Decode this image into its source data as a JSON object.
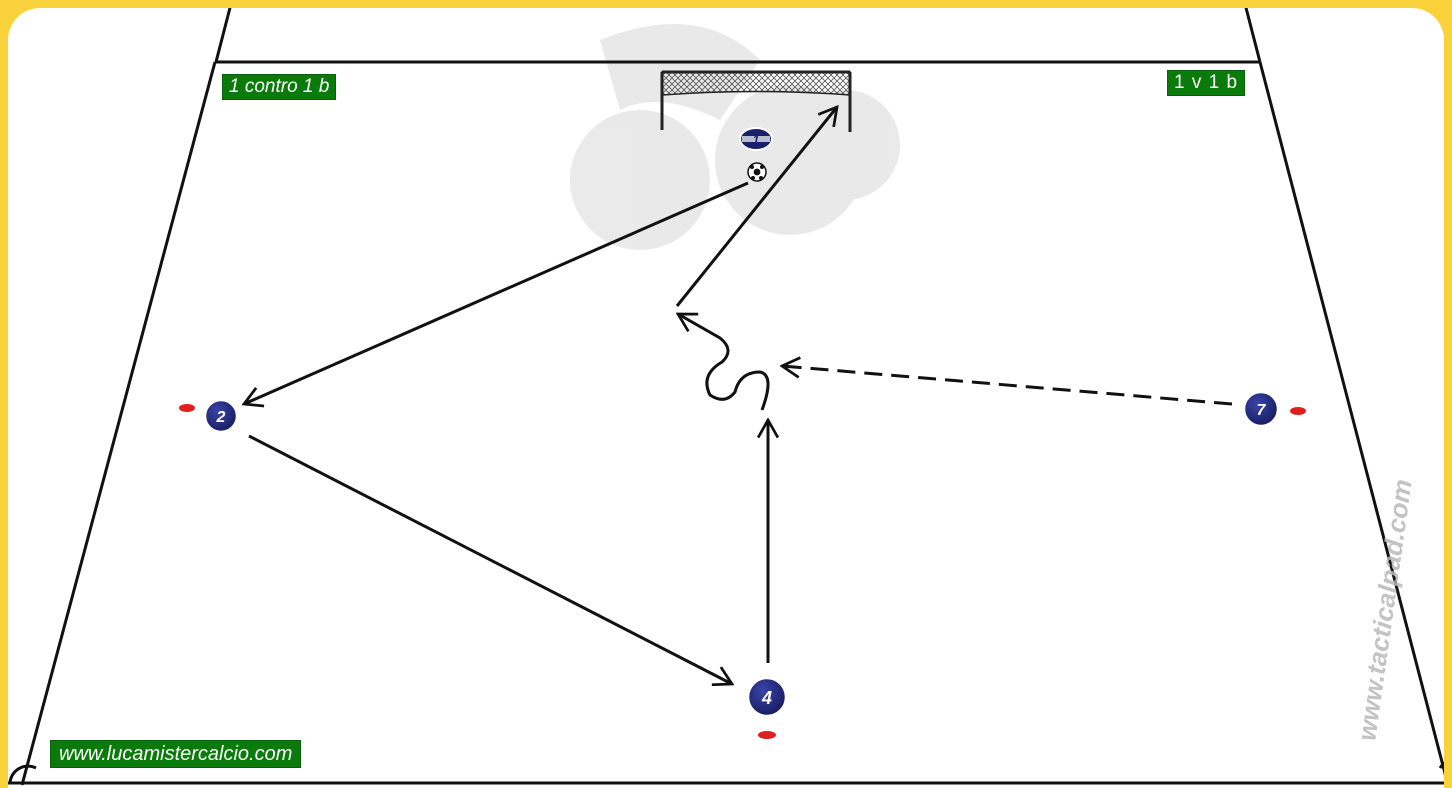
{
  "drill": {
    "title_it": "1 contro 1 b",
    "title_en": "1 v 1 b",
    "website": "www.lucamistercalcio.com",
    "watermark": "www.tacticalpad.com"
  },
  "colors": {
    "frame": "#f9d13a",
    "pitch_lines": "#111111",
    "label_bg": "#0a7a0a",
    "player": "#1a1f6b",
    "cone": "#e02020"
  },
  "players": [
    {
      "number": "2"
    },
    {
      "number": "4"
    },
    {
      "number": "7"
    }
  ],
  "goalkeeper": {
    "number": "1"
  },
  "icons": [
    "soccer-ball-icon",
    "cone-icon",
    "goal-net-icon",
    "player-marker-icon"
  ]
}
